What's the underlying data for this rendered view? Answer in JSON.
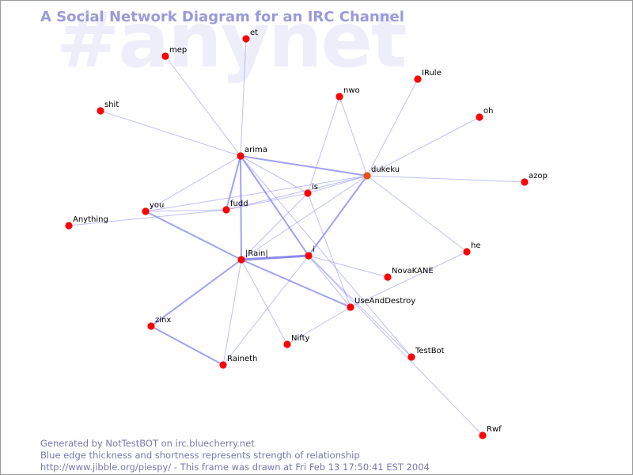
{
  "watermark": "#anynet",
  "title": "A Social Network Diagram for an IRC Channel",
  "footer": {
    "line1": "Generated by NotTestBOT on irc.bluecherry.net",
    "line2": "Blue edge thickness and shortness represents strength of relationship",
    "line3": "http://www.jibble.org/piespy/ - This frame was drawn at Fri Feb 13 17:50:41 EST 2004"
  },
  "colors": {
    "node": "#ff0000",
    "active_node": "#e85010",
    "edge": "#8a8af0",
    "watermark": "#eeeefb",
    "title": "#9a9ad8",
    "footer": "#7777b0"
  },
  "nodes": [
    {
      "id": "et",
      "label": "et"
    },
    {
      "id": "mep",
      "label": "mep"
    },
    {
      "id": "IRule",
      "label": "IRule"
    },
    {
      "id": "nwo",
      "label": "nwo"
    },
    {
      "id": "shit",
      "label": "shit"
    },
    {
      "id": "oh",
      "label": "oh"
    },
    {
      "id": "arima",
      "label": "arima"
    },
    {
      "id": "dukeku",
      "label": "dukeku",
      "active": true
    },
    {
      "id": "azop",
      "label": "azop"
    },
    {
      "id": "is",
      "label": "is"
    },
    {
      "id": "you",
      "label": "you"
    },
    {
      "id": "fudd",
      "label": "fudd"
    },
    {
      "id": "Anything",
      "label": "Anything"
    },
    {
      "id": "he",
      "label": "he"
    },
    {
      "id": "Rain",
      "label": "|Rain|"
    },
    {
      "id": "i",
      "label": "i"
    },
    {
      "id": "NovaKANE",
      "label": "NovaKANE"
    },
    {
      "id": "UseAndDestroy",
      "label": "UseAndDestroy"
    },
    {
      "id": "zinx",
      "label": "zinx"
    },
    {
      "id": "Nifty",
      "label": "Nifty"
    },
    {
      "id": "TestBot",
      "label": "TestBot"
    },
    {
      "id": "Raineth",
      "label": "Raineth"
    },
    {
      "id": "Rwf",
      "label": "Rwf"
    }
  ],
  "edges": [
    {
      "source": "arima",
      "target": "et",
      "strength": 1
    },
    {
      "source": "arima",
      "target": "mep",
      "strength": 1
    },
    {
      "source": "arima",
      "target": "shit",
      "strength": 1
    },
    {
      "source": "arima",
      "target": "you",
      "strength": 1
    },
    {
      "source": "arima",
      "target": "dukeku",
      "strength": 2
    },
    {
      "source": "arima",
      "target": "is",
      "strength": 1
    },
    {
      "source": "arima",
      "target": "fudd",
      "strength": 2
    },
    {
      "source": "arima",
      "target": "Rain",
      "strength": 2
    },
    {
      "source": "arima",
      "target": "i",
      "strength": 2
    },
    {
      "source": "arima",
      "target": "TestBot",
      "strength": 1
    },
    {
      "source": "dukeku",
      "target": "IRule",
      "strength": 1
    },
    {
      "source": "dukeku",
      "target": "nwo",
      "strength": 1
    },
    {
      "source": "dukeku",
      "target": "oh",
      "strength": 1
    },
    {
      "source": "dukeku",
      "target": "azop",
      "strength": 1
    },
    {
      "source": "dukeku",
      "target": "he",
      "strength": 1
    },
    {
      "source": "dukeku",
      "target": "is",
      "strength": 1
    },
    {
      "source": "dukeku",
      "target": "fudd",
      "strength": 1
    },
    {
      "source": "dukeku",
      "target": "you",
      "strength": 1
    },
    {
      "source": "dukeku",
      "target": "Rain",
      "strength": 1
    },
    {
      "source": "dukeku",
      "target": "i",
      "strength": 2
    },
    {
      "source": "nwo",
      "target": "is",
      "strength": 1
    },
    {
      "source": "is",
      "target": "fudd",
      "strength": 1
    },
    {
      "source": "is",
      "target": "Rain",
      "strength": 1
    },
    {
      "source": "is",
      "target": "UseAndDestroy",
      "strength": 1
    },
    {
      "source": "fudd",
      "target": "you",
      "strength": 1
    },
    {
      "source": "fudd",
      "target": "Anything",
      "strength": 1
    },
    {
      "source": "you",
      "target": "Rain",
      "strength": 2
    },
    {
      "source": "Rain",
      "target": "i",
      "strength": 3
    },
    {
      "source": "Rain",
      "target": "zinx",
      "strength": 2
    },
    {
      "source": "Rain",
      "target": "Nifty",
      "strength": 1
    },
    {
      "source": "Rain",
      "target": "Raineth",
      "strength": 1
    },
    {
      "source": "Rain",
      "target": "UseAndDestroy",
      "strength": 2
    },
    {
      "source": "i",
      "target": "NovaKANE",
      "strength": 1
    },
    {
      "source": "i",
      "target": "UseAndDestroy",
      "strength": 1
    },
    {
      "source": "i",
      "target": "Raineth",
      "strength": 1
    },
    {
      "source": "i",
      "target": "TestBot",
      "strength": 1
    },
    {
      "source": "i",
      "target": "Rwf",
      "strength": 1
    },
    {
      "source": "zinx",
      "target": "Raineth",
      "strength": 2
    },
    {
      "source": "he",
      "target": "UseAndDestroy",
      "strength": 1
    },
    {
      "source": "UseAndDestroy",
      "target": "Nifty",
      "strength": 1
    }
  ]
}
